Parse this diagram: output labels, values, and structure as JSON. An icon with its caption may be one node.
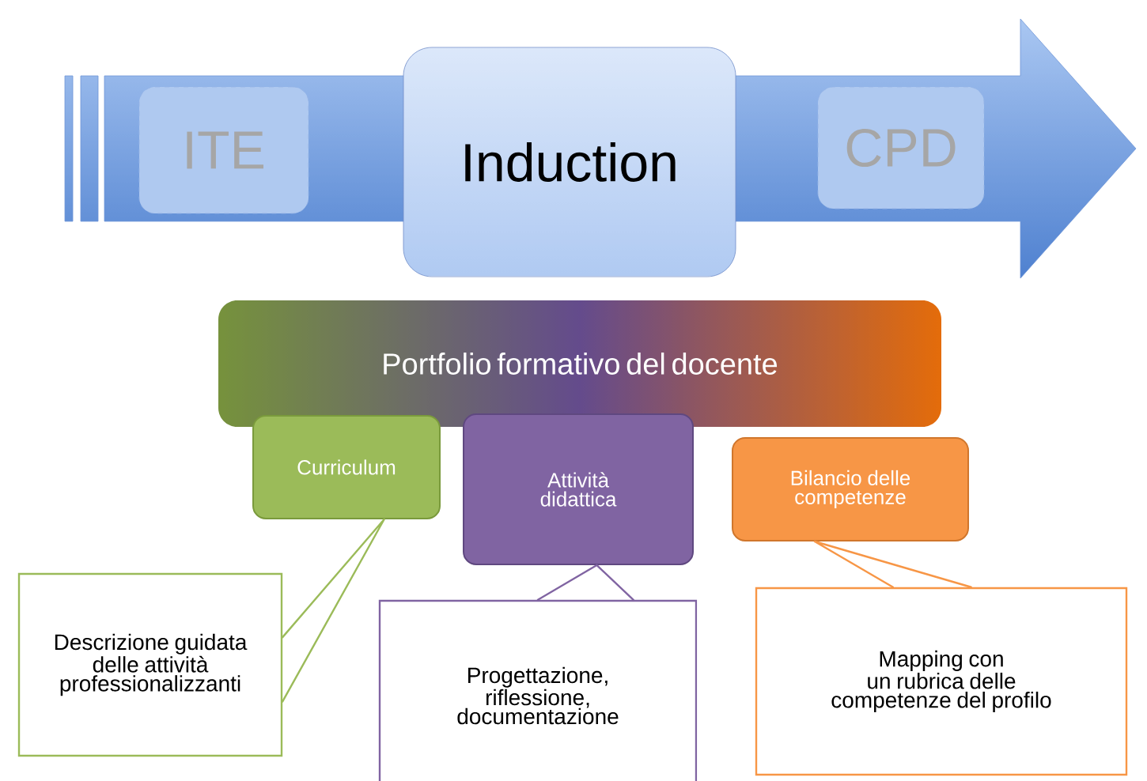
{
  "diagram": {
    "nodes": [
      {
        "text": [
          "ITE"
        ]
      },
      {
        "text": [
          "Induction"
        ]
      },
      {
        "text": [
          "CPD"
        ]
      },
      {
        "text": [
          "Portfolio formativo del docente"
        ]
      },
      {
        "text": [
          "Curriculum"
        ]
      },
      {
        "text": [
          "Attività didattica"
        ]
      },
      {
        "text": [
          "Bilancio delle competenze"
        ]
      },
      {
        "text": [
          "Descrizione guidata delle attività professionalizzanti"
        ]
      },
      {
        "text": [
          "Progettazione, riflessione, documentazione"
        ]
      },
      {
        "text": [
          "Mapping con un rubrica delle competenze del profilo"
        ]
      }
    ],
    "edges": [
      {
        "from": 7,
        "to": 4,
        "arrow": "none",
        "color": "#9bbb59"
      },
      {
        "from": 8,
        "to": 5,
        "arrow": "none",
        "color": "#8064a2"
      },
      {
        "from": 9,
        "to": 6,
        "arrow": "none",
        "color": "#f79646"
      }
    ]
  }
}
